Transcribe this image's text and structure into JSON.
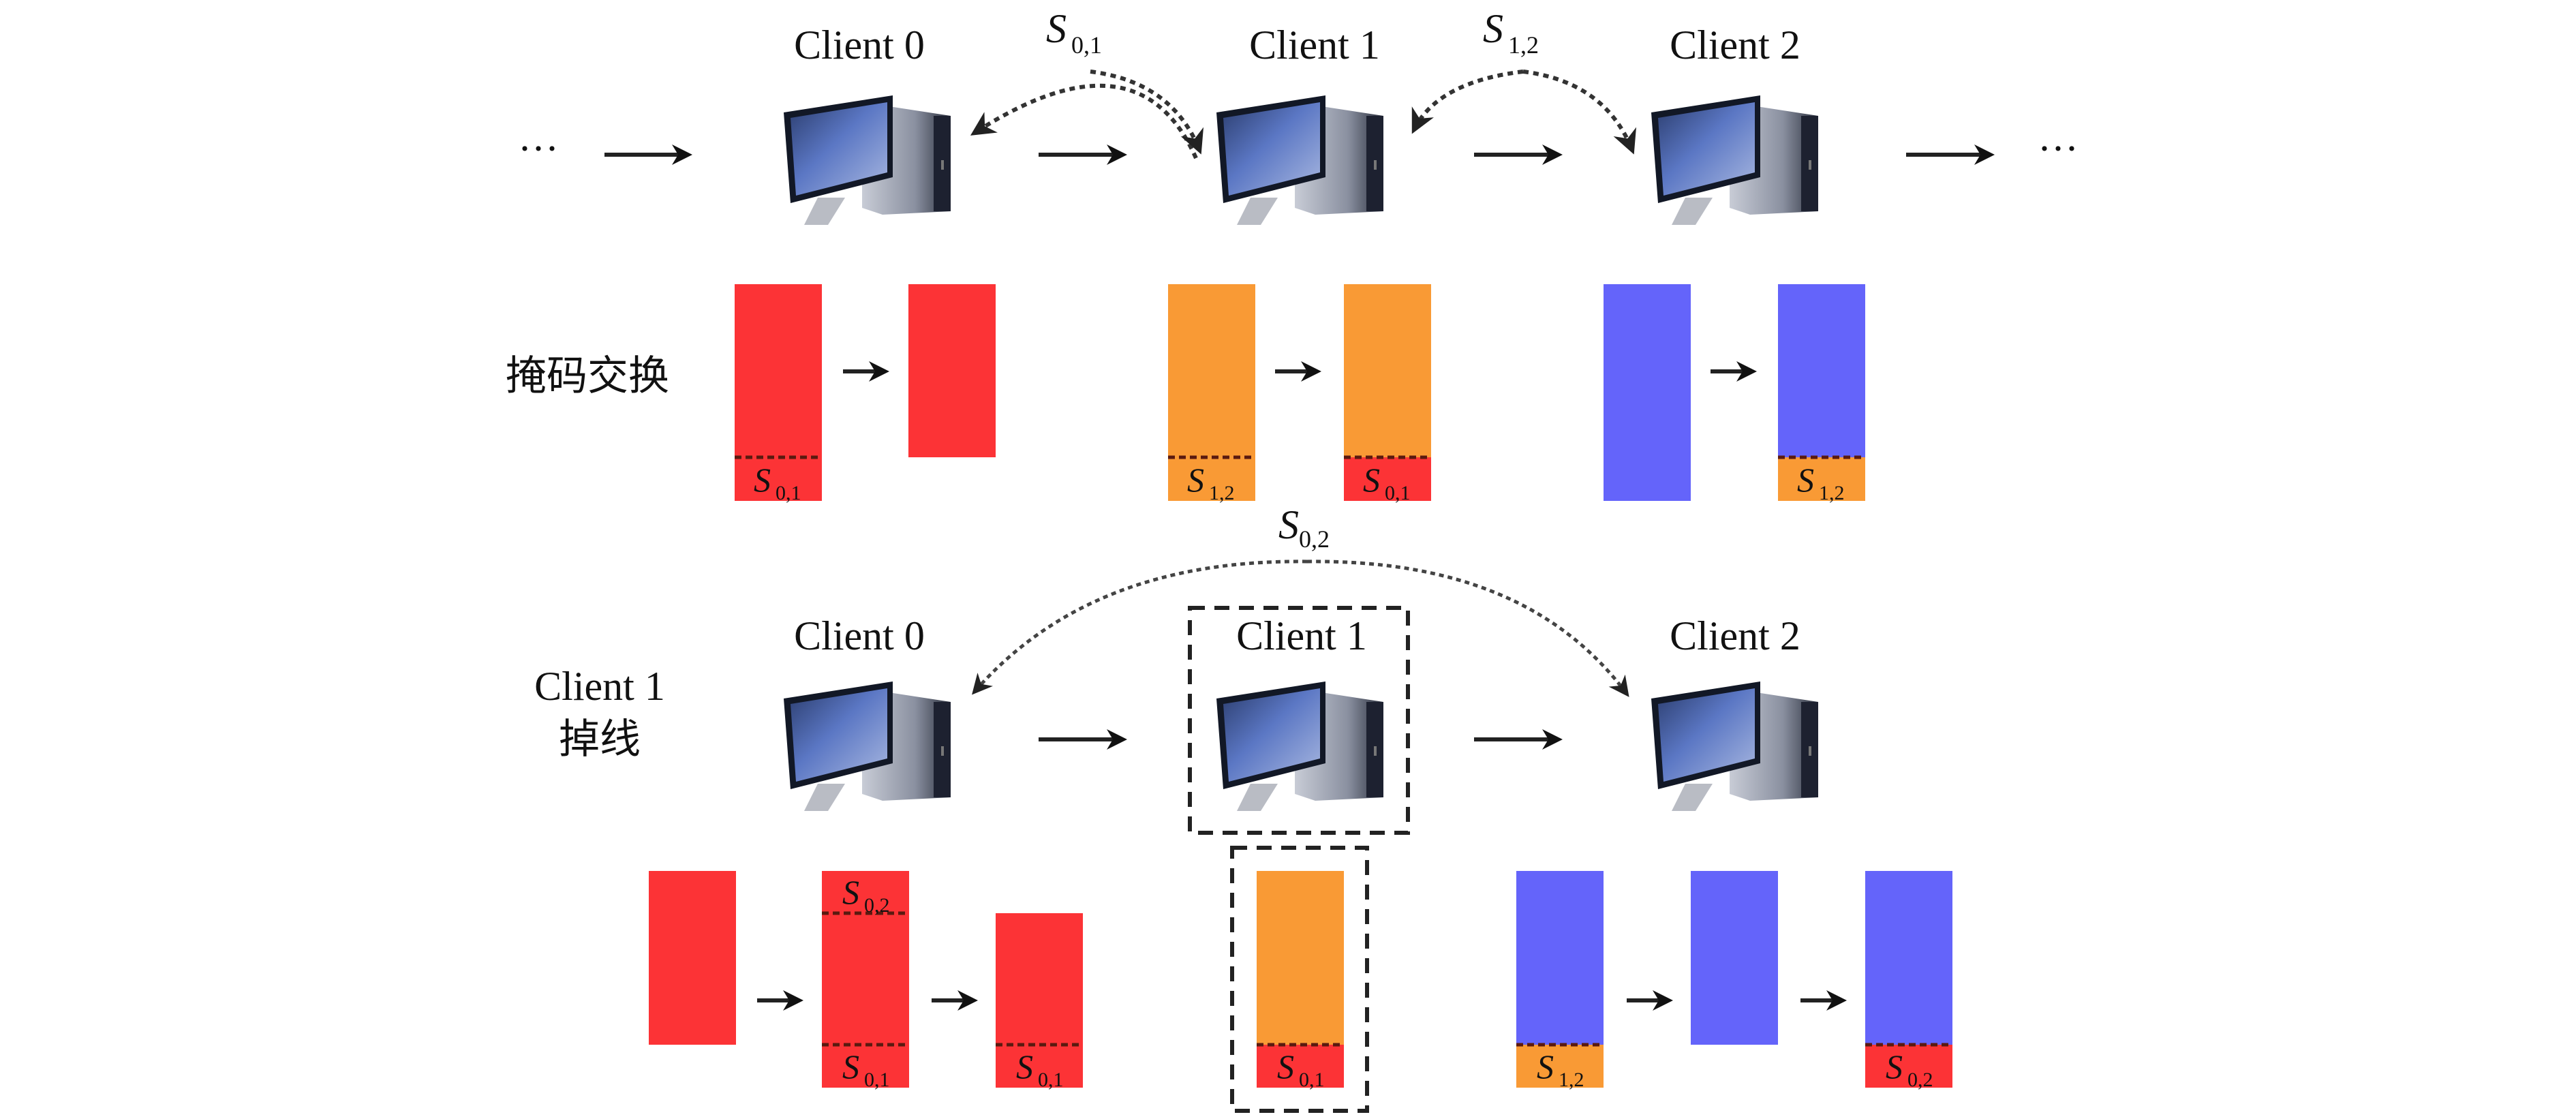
{
  "colors": {
    "client0": "#fc3336",
    "client1": "#f99a35",
    "client2": "#6464fa",
    "dash": "#333333",
    "arrow": "#111111"
  },
  "top": {
    "clients": [
      "Client 0",
      "Client 1",
      "Client 2"
    ],
    "ellipsis_left": "···",
    "ellipsis_right": "···",
    "exchanges": [
      {
        "label_main": "S",
        "label_sub": "0,1",
        "from": "Client 1",
        "to": "Client 0"
      },
      {
        "label_main": "S",
        "label_sub": "1,2",
        "from": "Client 2",
        "to": "Client 1"
      }
    ],
    "row_label": "掩码交换",
    "bars": [
      {
        "owner": "Client 0",
        "color": "client0",
        "mask": {
          "main": "S",
          "sub": "0,1",
          "color": "client0"
        }
      },
      {
        "owner": "Client 0",
        "color": "client0",
        "mask": null
      },
      {
        "owner": "Client 1",
        "color": "client1",
        "mask": {
          "main": "S",
          "sub": "1,2",
          "color": "client1"
        }
      },
      {
        "owner": "Client 1",
        "color": "client1",
        "mask": {
          "main": "S",
          "sub": "0,1",
          "color": "client0"
        }
      },
      {
        "owner": "Client 2",
        "color": "client2",
        "mask": null
      },
      {
        "owner": "Client 2",
        "color": "client2",
        "mask": {
          "main": "S",
          "sub": "1,2",
          "color": "client1"
        }
      }
    ]
  },
  "bottom": {
    "clients": [
      "Client 0",
      "Client 1",
      "Client 2"
    ],
    "side_label_line1": "Client 1",
    "side_label_line2": "掉线",
    "dropped_client": "Client 1",
    "exchange": {
      "label_main": "S",
      "label_sub": "0,2",
      "between": [
        "Client 0",
        "Client 2"
      ]
    },
    "bar_labels": [
      {
        "main": "S",
        "sub": "0,2"
      },
      {
        "main": "S",
        "sub": "0,1"
      },
      {
        "main": "S",
        "sub": "0,1"
      },
      {
        "main": "S",
        "sub": "0,1"
      },
      {
        "main": "S",
        "sub": "1,2"
      },
      {
        "main": "S",
        "sub": "0,2"
      }
    ]
  }
}
